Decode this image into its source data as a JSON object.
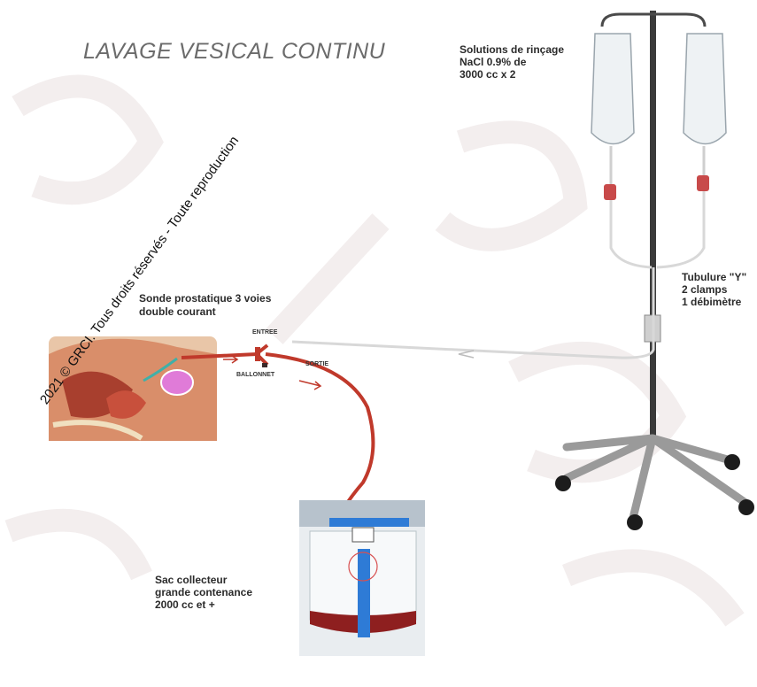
{
  "title": "LAVAGE VESICAL CONTINU",
  "labels": {
    "solutions_line1": "Solutions de rinçage",
    "solutions_line2": "NaCl 0.9% de",
    "solutions_line3": "3000 cc x 2",
    "tubulure_line1": "Tubulure \"Y\"",
    "tubulure_line2": "2 clamps",
    "tubulure_line3": "1 débimètre",
    "sonde_line1": "Sonde prostatique 3 voies",
    "sonde_line2": "double courant",
    "entree": "ENTREE",
    "sortie": "SORTIE",
    "ballonnet": "BALLONNET",
    "sac_line1": "Sac collecteur",
    "sac_line2": "grande contenance",
    "sac_line3": "2000 cc et +"
  },
  "watermark": "2021 © GRCI. Tous droits réservés - Toute reproduction",
  "colors": {
    "tube_red": "#c0392b",
    "tube_clear": "#d8d8d8",
    "pole": "#3a3a3a",
    "bag": "#eef2f4",
    "bladder": "#e07bd8"
  }
}
